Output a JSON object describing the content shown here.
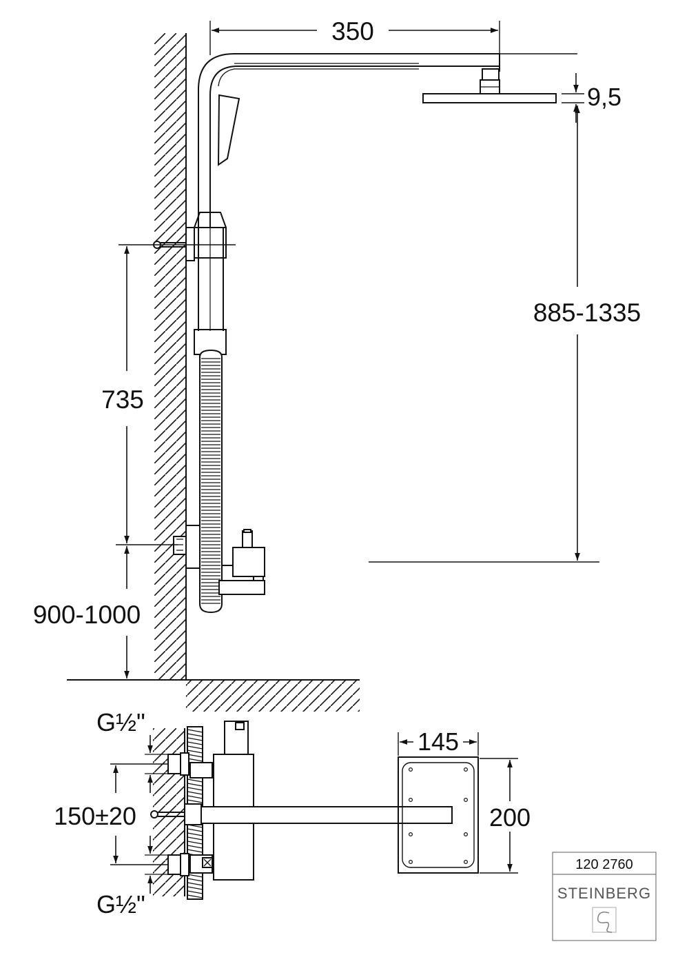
{
  "drawing": {
    "dimensions": {
      "arm_length": "350",
      "head_thickness": "9,5",
      "head_height_range": "885-1335",
      "bracket_height": "735",
      "mixer_height_range": "900-1000",
      "inlet_spacing": "150±20",
      "plate_width": "145",
      "plate_height": "200"
    },
    "thread_top": "G½\"",
    "thread_bottom": "G½\""
  },
  "title_block": {
    "article_number": "120 2760",
    "brand": "STEINBERG"
  }
}
